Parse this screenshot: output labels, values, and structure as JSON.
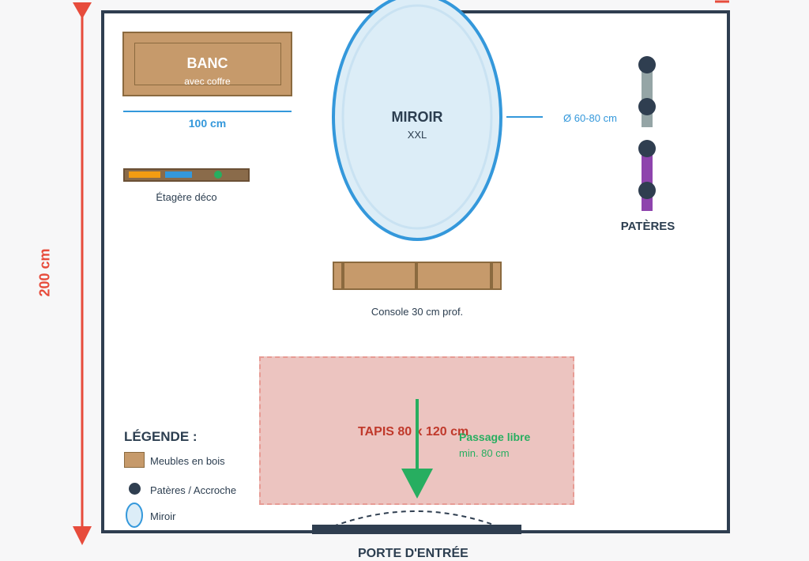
{
  "room": {
    "height_label": "200 cm"
  },
  "bench": {
    "title": "BANC",
    "subtitle": "avec coffre",
    "width_label": "100 cm"
  },
  "shelf": {
    "label": "Étagère déco"
  },
  "mirror": {
    "title": "MIROIR",
    "subtitle": "XXL",
    "diameter_label": "Ø 60-80 cm"
  },
  "hooks": {
    "label": "PATÈRES"
  },
  "console": {
    "label": "Console 30 cm prof."
  },
  "rug": {
    "label": "TAPIS 80 x 120 cm"
  },
  "passage": {
    "title": "Passage libre",
    "subtitle": "min. 80 cm"
  },
  "legend": {
    "title": "LÉGENDE :",
    "items": [
      {
        "label": "Meubles en bois",
        "icon": "wood-swatch-icon"
      },
      {
        "label": "Patères / Accroche",
        "icon": "hook-dot-icon"
      },
      {
        "label": "Miroir",
        "icon": "mirror-oval-icon"
      }
    ]
  },
  "door": {
    "label": "PORTE D'ENTRÉE"
  },
  "colors": {
    "wall": "#2f3e50",
    "wood": "#c69a6b",
    "mirror_fill": "#dcedf7",
    "mirror_stroke": "#3498db",
    "rug_fill": "#ecc4c0",
    "rug_text": "#c0392b",
    "passage": "#27ae60",
    "dimension": "#e74c3c",
    "hook_grey": "#95a5a6",
    "hook_purple": "#8e44ad"
  }
}
